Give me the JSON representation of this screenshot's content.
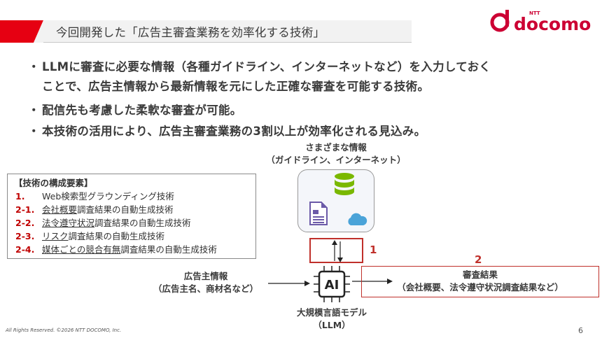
{
  "header": {
    "title": "今回開発した「広告主審査業務を効率化する技術」",
    "logo_text": "docomo",
    "logo_sub": "NTT"
  },
  "bullets": [
    {
      "line1": "LLMに審査に必要な情報（各種ガイドライン、インターネットなど）を入力しておく",
      "line2": "ことで、広告主情報から最新情報を元にした正確な審査を可能する技術。"
    },
    {
      "line1": "配信先も考慮した柔軟な審査が可能。"
    },
    {
      "line1": "本技術の活用により、広告主審査業務の3割以上が効率化される見込み。"
    }
  ],
  "bullet_marker": "・",
  "components": {
    "heading": "【技術の構成要素】",
    "items": [
      {
        "num": "1.",
        "text": "Web検索型グラウンディング技術",
        "underline": ""
      },
      {
        "num": "2-1.",
        "underline": "会社概要",
        "text": "調査結果の自動生成技術"
      },
      {
        "num": "2-2.",
        "underline": "法令遵守状況",
        "text": "調査結果の自動生成技術"
      },
      {
        "num": "2-3.",
        "underline": "リスク",
        "text": "調査結果の自動生成技術"
      },
      {
        "num": "2-4.",
        "underline": "媒体ごとの競合有無",
        "text": "調査結果の自動生成技術"
      }
    ]
  },
  "diagram": {
    "info_title": "さまざまな情報",
    "info_subtitle": "（ガイドライン、インターネット）",
    "advertiser_title": "広告主情報",
    "advertiser_subtitle": "（広告主名、商材名など）",
    "chip_label": "AI",
    "llm_title": "大規模言語モデル",
    "llm_subtitle": "（LLM）",
    "result_title": "審査結果",
    "result_subtitle": "（会社概要、法令遵守状況調査結果など）",
    "label_1": "1",
    "label_2": "2"
  },
  "colors": {
    "accent_red": "#c0302b",
    "docomo_red": "#cc0033",
    "db_green": "#7ab800",
    "doc_purple": "#6b5aa8",
    "cloud_blue": "#4aa3d8"
  },
  "footer": {
    "copyright": "All Rights Reserved. ©2026 NTT DOCOMO, Inc.",
    "page": "6"
  }
}
